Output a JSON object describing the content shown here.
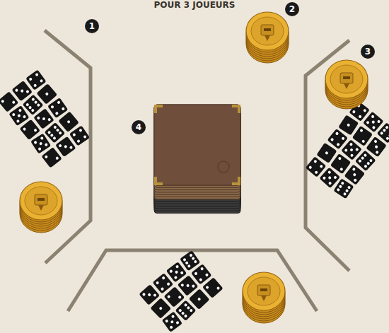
{
  "diagram": {
    "title": "POUR 3 JOUEURS",
    "labels": [
      "1",
      "2",
      "3",
      "4"
    ]
  }
}
